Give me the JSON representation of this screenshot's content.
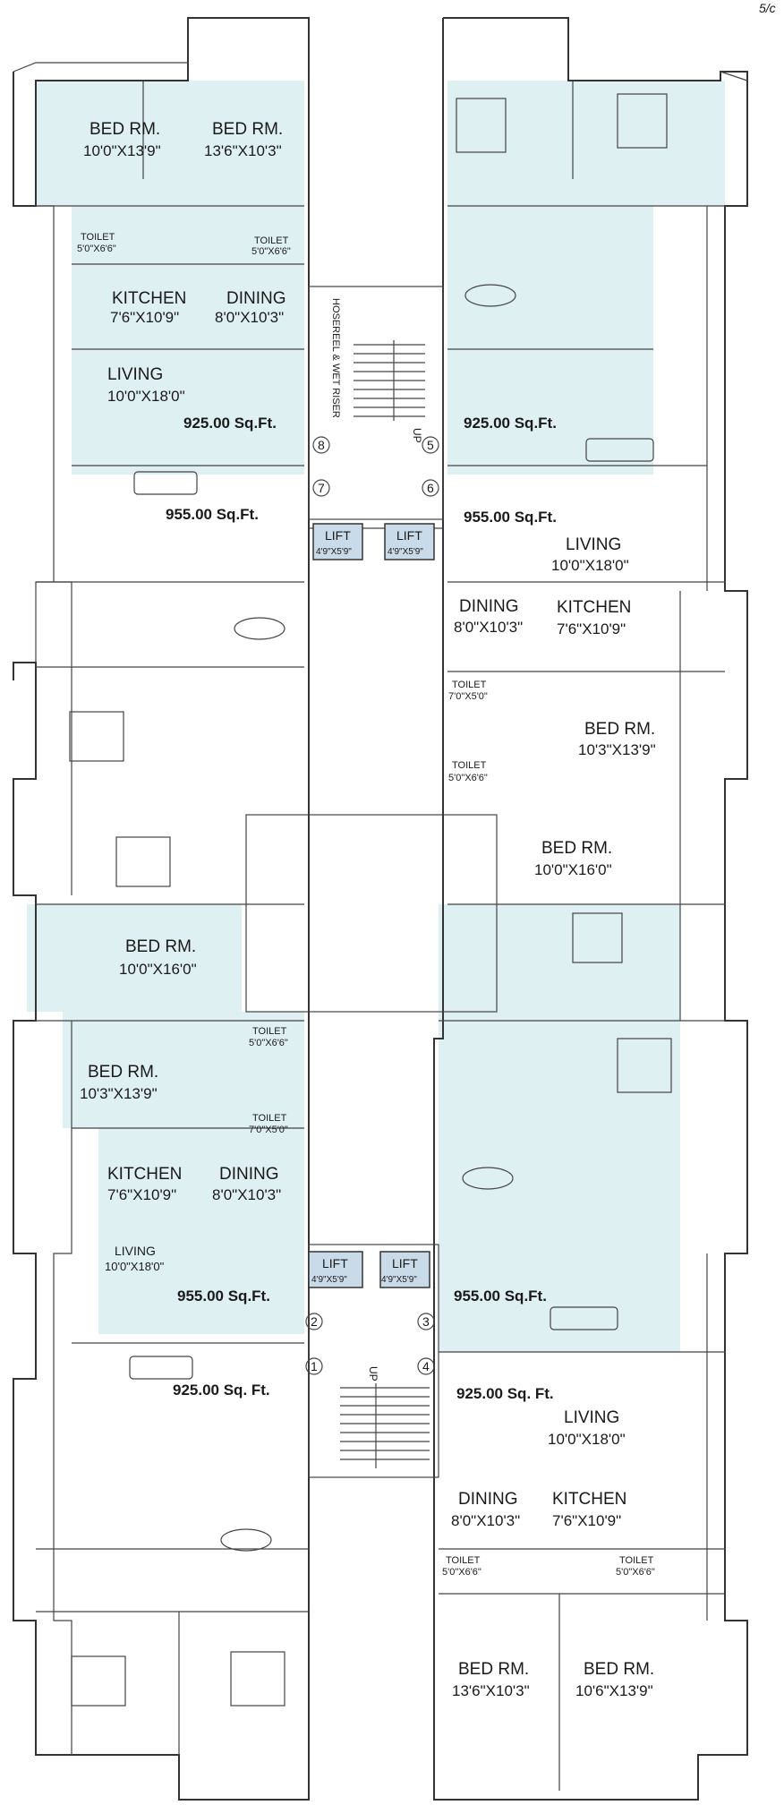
{
  "corner_mark": "5/c",
  "core": {
    "hosereel": "HOSEREEL & WET RISER",
    "up": "UP",
    "lift_label": "LIFT",
    "lift_dim": "4'9\"X5'9\"",
    "stair_numbers_top": [
      "5",
      "6",
      "7",
      "8"
    ],
    "stair_numbers_bottom": [
      "1",
      "2",
      "3",
      "4"
    ]
  },
  "rooms": {
    "bed_rm": "BED RM.",
    "toilet": "TOILET",
    "kitchen": "KITCHEN",
    "dining": "DINING",
    "living": "LIVING"
  },
  "dims": {
    "d10_13_9": "10'0\"X13'9\"",
    "d13_6_10_3": "13'6\"X10'3\"",
    "d5_6_6": "5'0\"X6'6\"",
    "d7_5": "7'0\"X5'0\"",
    "d7_6_10_9": "7'6\"X10'9\"",
    "d8_10_3": "8'0\"X10'3\"",
    "d10_18": "10'0\"X18'0\"",
    "d10_3_13_9": "10'3\"X13'9\"",
    "d10_16": "10'0\"X16'0\"",
    "d10_6_13_9": "10'6\"X13'9\""
  },
  "areas": {
    "a925": "925.00 Sq.Ft.",
    "a955": "955.00 Sq.Ft.",
    "a925b": "925.00 Sq. Ft."
  }
}
